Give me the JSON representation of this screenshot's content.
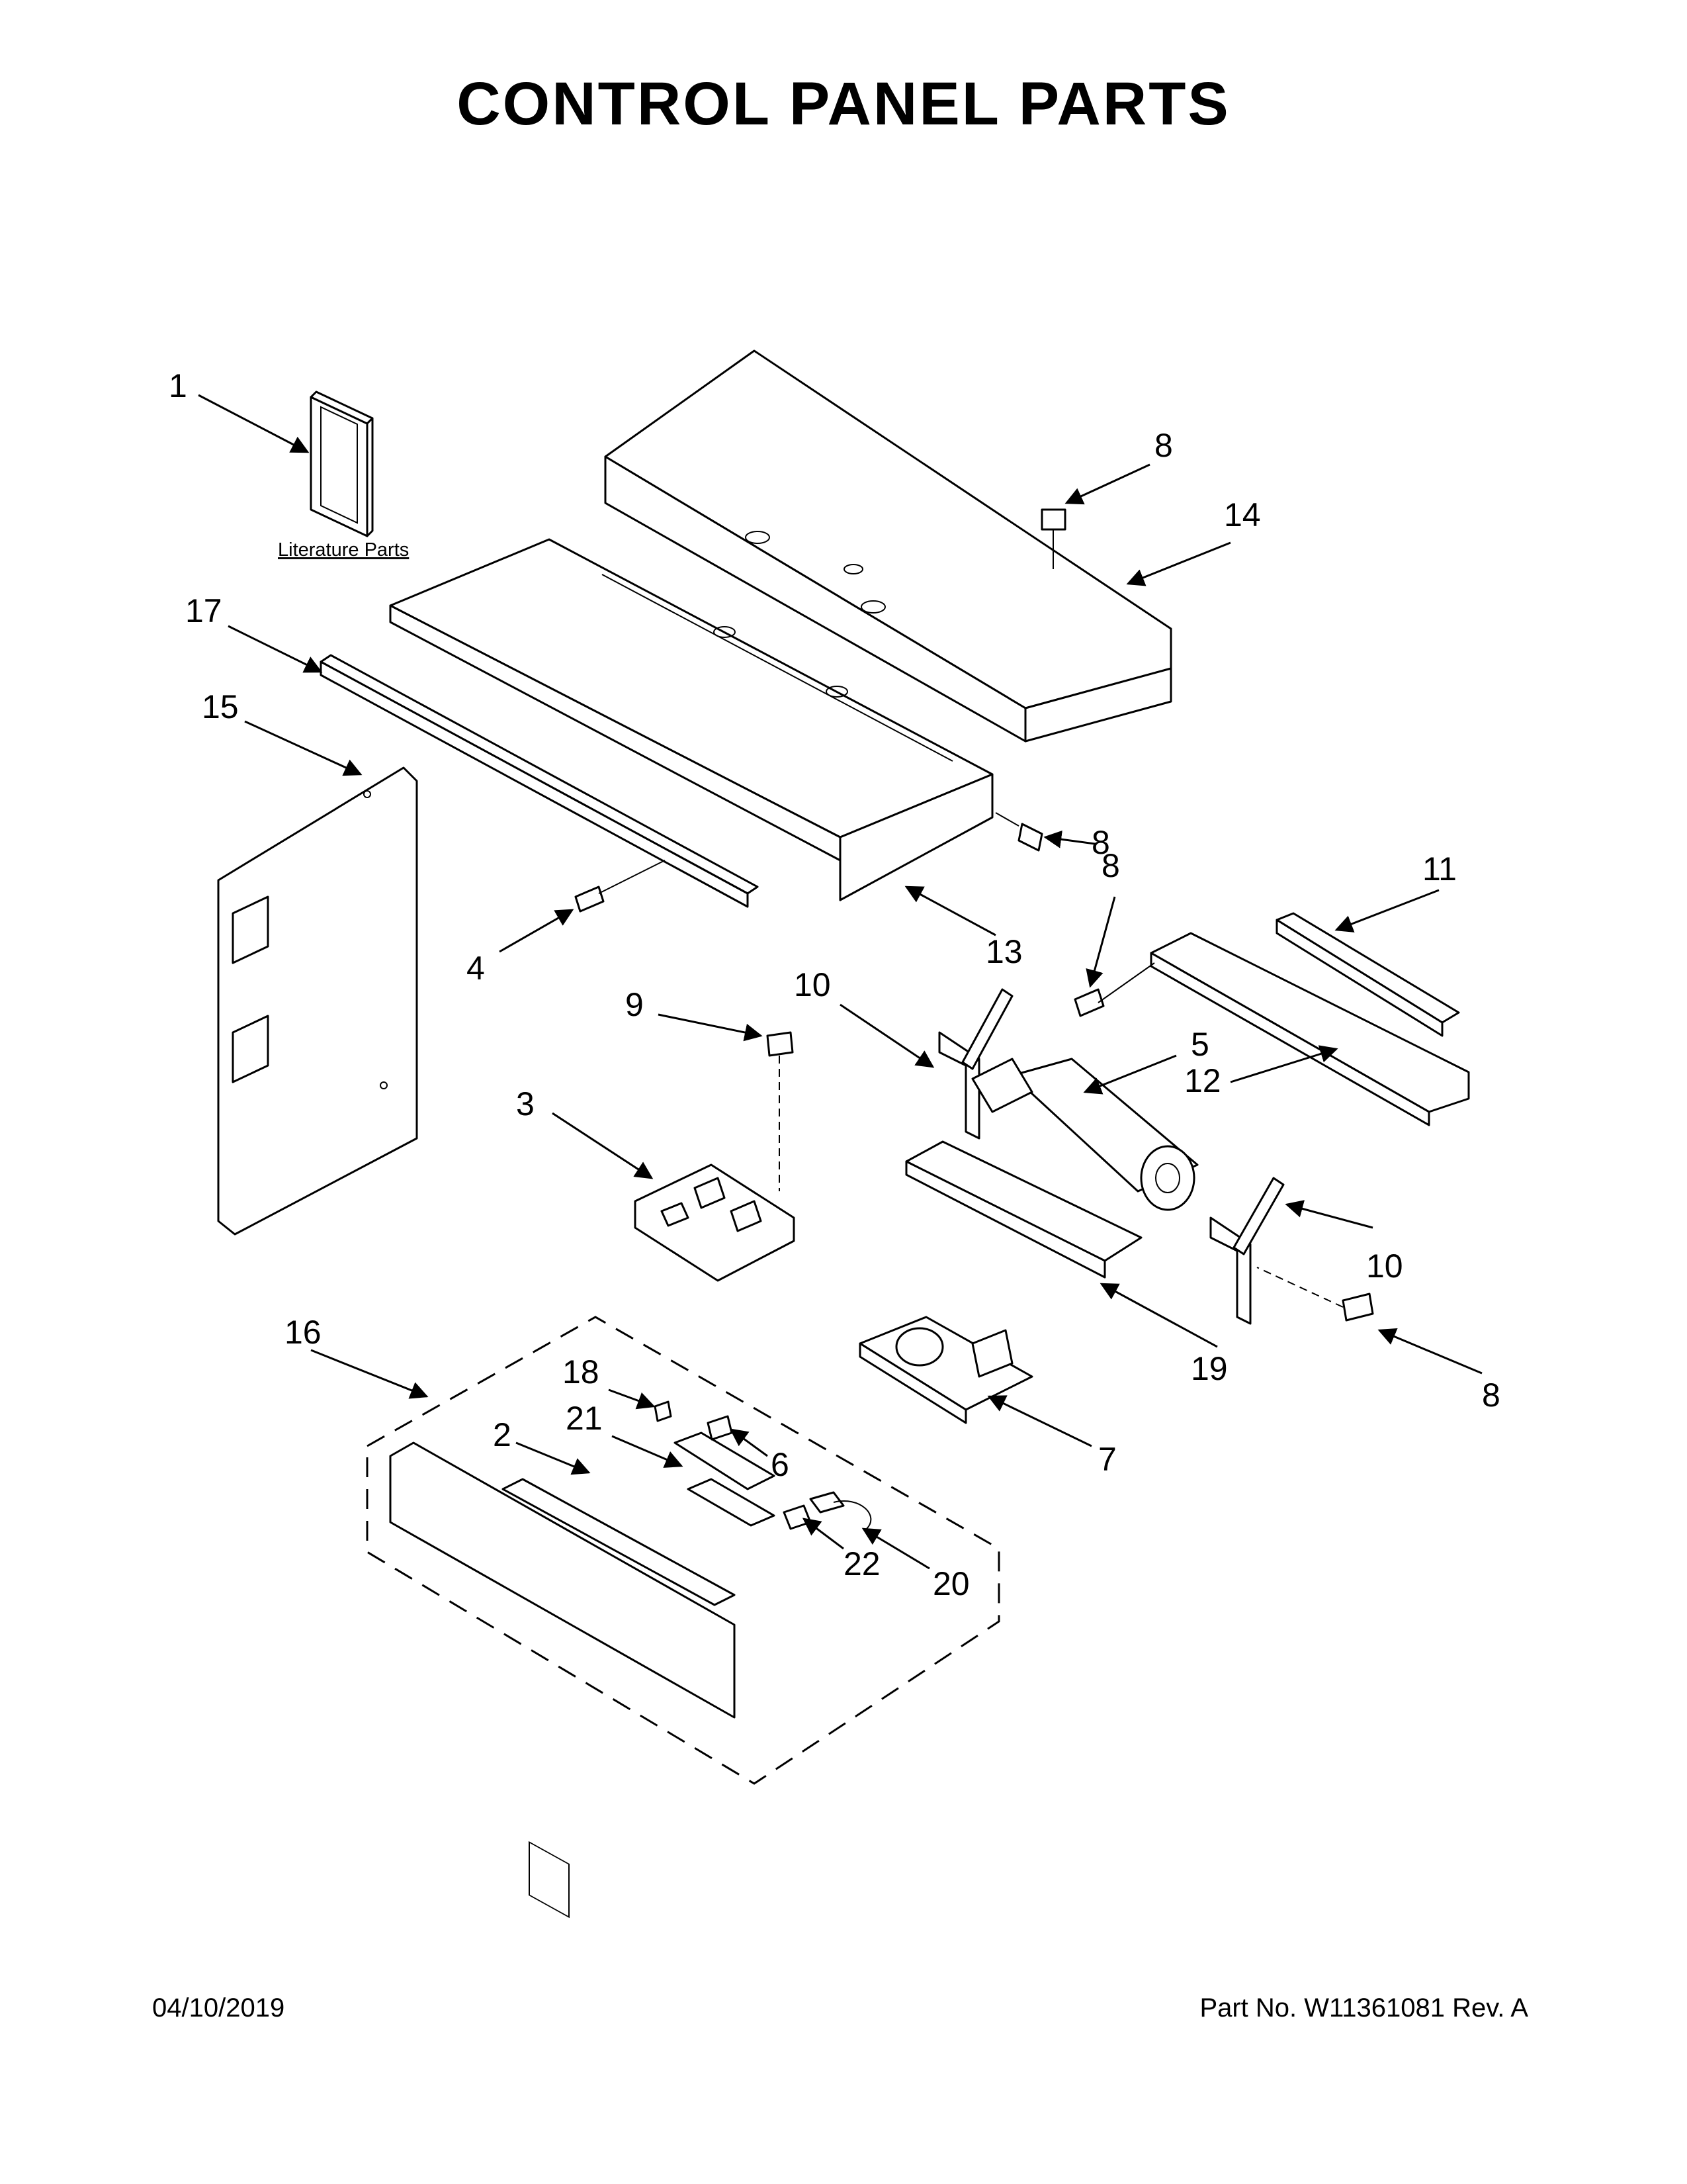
{
  "page": {
    "title": "CONTROL PANEL PARTS",
    "date": "04/10/2019",
    "part_number": "Part No.  W11361081  Rev.  A"
  },
  "literature_label": "Literature Parts",
  "callouts": {
    "c1": "1",
    "c2": "2",
    "c3": "3",
    "c4": "4",
    "c5": "5",
    "c6": "6",
    "c7": "7",
    "c8a": "8",
    "c8b": "8",
    "c8c": "8",
    "c8d": "8",
    "c9": "9",
    "c10a": "10",
    "c10b": "10",
    "c11": "11",
    "c12": "12",
    "c13": "13",
    "c14": "14",
    "c15": "15",
    "c16": "16",
    "c17": "17",
    "c18": "18",
    "c19": "19",
    "c20": "20",
    "c21": "21",
    "c22": "22"
  }
}
